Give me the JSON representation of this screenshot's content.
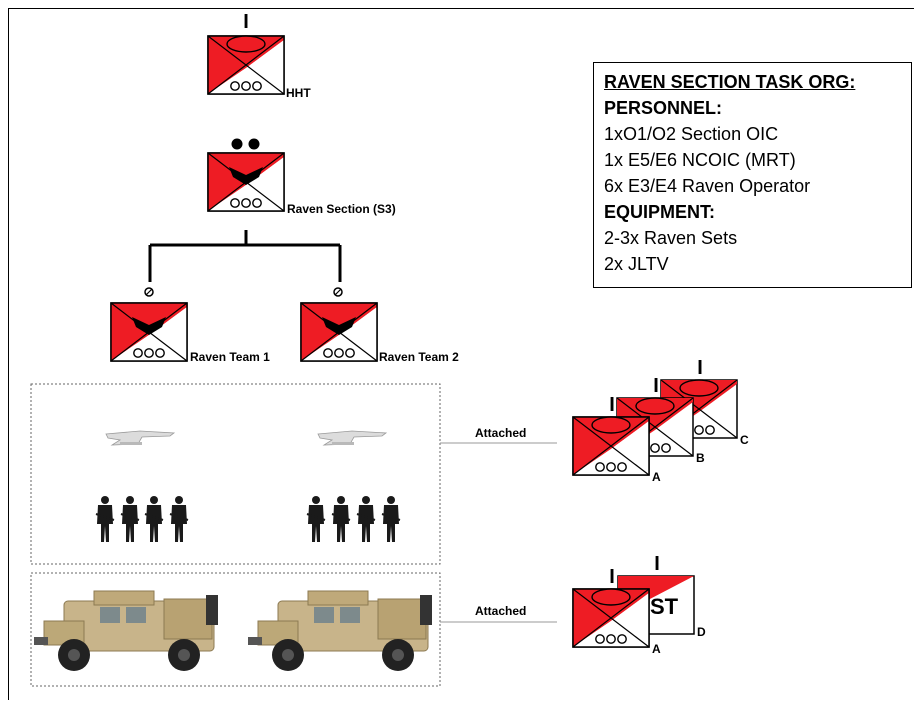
{
  "hq": {
    "echelon_mark": "I",
    "label": "HHT"
  },
  "section": {
    "echelon_mark": "●●",
    "label": "Raven Section (S3)"
  },
  "teams": [
    {
      "label": "Raven Team 1",
      "echelon_mark": "⊘"
    },
    {
      "label": "Raven Team 2",
      "echelon_mark": "⊘"
    }
  ],
  "platoon_stack": {
    "echelon_mark": "I",
    "letters": [
      "A",
      "B",
      "C"
    ],
    "connector_label": "Attached"
  },
  "security_stack": {
    "echelon_mark": "I",
    "letters": [
      "A",
      "D"
    ],
    "st_text": "ST",
    "connector_label": "Attached"
  },
  "task_org": {
    "title": "RAVEN SECTION TASK ORG:",
    "personnel_header": "PERSONNEL:",
    "personnel": [
      "1xO1/O2 Section OIC",
      "1x E5/E6 NCOIC (MRT)",
      "6x E3/E4 Raven Operator"
    ],
    "equipment_header": "EQUIPMENT:",
    "equipment": [
      "2-3x Raven Sets",
      "2x JLTV"
    ]
  },
  "colors": {
    "unit_red": "#ee1c24",
    "vehicle_tan": "#c8b48a",
    "soldier": "#1a1a1a"
  }
}
